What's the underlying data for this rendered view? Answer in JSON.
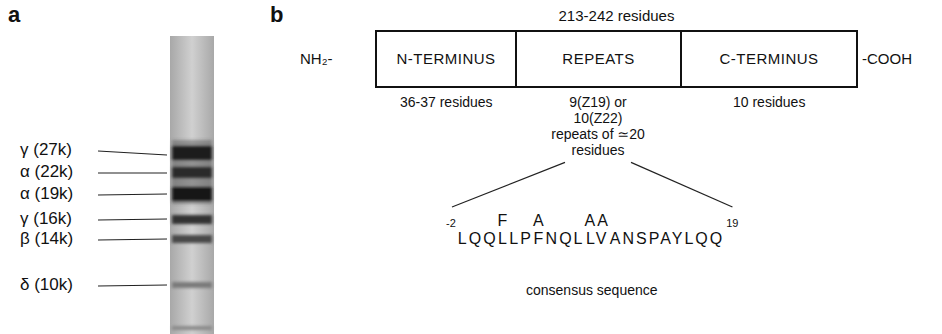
{
  "diagram": {
    "nodes": [
      {
        "text": [
          "213-242 residues"
        ]
      },
      {
        "text": [
          "N-TERMINUS"
        ],
        "in": 0
      },
      {
        "text": [
          "REPEATS"
        ],
        "in": 0
      },
      {
        "text": [
          "C-TERMINUS"
        ],
        "in": 0
      }
    ],
    "labels": [
      "a",
      "γ (27k)",
      "α (22k)",
      "α (19k)",
      "γ (16k)",
      "β (14k)",
      "δ (10k)",
      "b",
      "NH₂-",
      "-COOH",
      "36-37 residues",
      "9(Z19) or 10(Z22) repeats of ≃20 residues",
      "10 residues",
      "-2",
      "LQQ",
      "F",
      "L",
      "LP",
      "A",
      "F",
      "NQL",
      "AA",
      "LV",
      "ANSPAYLQQ",
      "19",
      "consensus sequence"
    ]
  }
}
